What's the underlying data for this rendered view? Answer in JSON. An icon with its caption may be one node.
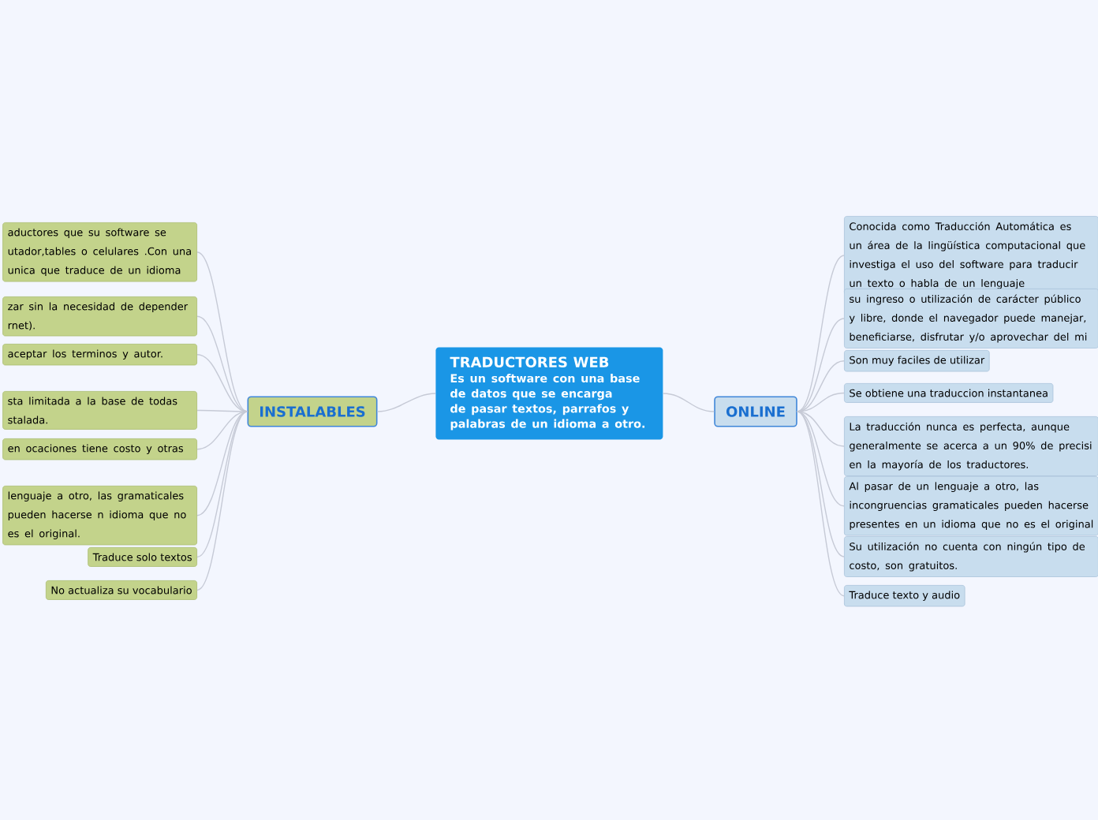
{
  "diagram": {
    "nodes": [
      {
        "text": [
          "TRADUCTORES WEB",
          "Es un software con una base de datos que se encarga de pasar textos, parrafos y palabras de un idioma a otro."
        ]
      },
      {
        "text": [
          "INSTALABLES"
        ]
      },
      {
        "text": [
          "ONLINE"
        ]
      },
      {
        "text": [
          "aductores que su software se utador,tables o celulares .Con una unica que traduce de un idioma"
        ]
      },
      {
        "text": [
          "zar sin la necesidad de depender rnet)."
        ]
      },
      {
        "text": [
          "aceptar los terminos y autor."
        ]
      },
      {
        "text": [
          "sta limitada a la base de todas stalada."
        ]
      },
      {
        "text": [
          "en ocaciones tiene costo y otras"
        ]
      },
      {
        "text": [
          "lenguaje a otro, las gramaticales pueden hacerse n idioma que no es el original."
        ]
      },
      {
        "text": [
          "Traduce solo textos"
        ]
      },
      {
        "text": [
          "No actualiza su vocabulario"
        ]
      },
      {
        "text": [
          "Conocida como Traducción Automática es un área de la lingüística computacional que investiga el uso del software para traducir un texto o habla de un lenguaje"
        ]
      },
      {
        "text": [
          "su ingreso o utilización de carácter público y libre, donde el navegador puede manejar, beneficiarse, disfrutar y/o aprovechar del mi"
        ]
      },
      {
        "text": [
          "Son muy faciles de utilizar"
        ]
      },
      {
        "text": [
          "Se obtiene una traduccion instantanea"
        ]
      },
      {
        "text": [
          "La traducción nunca es perfecta, aunque generalmente se acerca a un 90% de precisi en la mayoría de los traductores."
        ]
      },
      {
        "text": [
          "Al pasar de un lenguaje a otro, las incongruencias gramaticales pueden hacerse presentes en un idioma que no es el original"
        ]
      },
      {
        "text": [
          "Su utilización no cuenta con ningún tipo de costo, son gratuitos."
        ]
      },
      {
        "text": [
          "Traduce texto y audio"
        ]
      }
    ],
    "edges": [
      {
        "from": 0,
        "to": 1,
        "arrow": "none"
      },
      {
        "from": 0,
        "to": 2,
        "arrow": "none"
      },
      {
        "from": 1,
        "to": 3,
        "arrow": "none"
      },
      {
        "from": 1,
        "to": 4,
        "arrow": "none"
      },
      {
        "from": 1,
        "to": 5,
        "arrow": "none"
      },
      {
        "from": 1,
        "to": 6,
        "arrow": "none"
      },
      {
        "from": 1,
        "to": 7,
        "arrow": "none"
      },
      {
        "from": 1,
        "to": 8,
        "arrow": "none"
      },
      {
        "from": 1,
        "to": 9,
        "arrow": "none"
      },
      {
        "from": 1,
        "to": 10,
        "arrow": "none"
      },
      {
        "from": 2,
        "to": 11,
        "arrow": "none"
      },
      {
        "from": 2,
        "to": 12,
        "arrow": "none"
      },
      {
        "from": 2,
        "to": 13,
        "arrow": "none"
      },
      {
        "from": 2,
        "to": 14,
        "arrow": "none"
      },
      {
        "from": 2,
        "to": 15,
        "arrow": "none"
      },
      {
        "from": 2,
        "to": 16,
        "arrow": "none"
      },
      {
        "from": 2,
        "to": 17,
        "arrow": "none"
      },
      {
        "from": 2,
        "to": 18,
        "arrow": "none"
      }
    ]
  }
}
